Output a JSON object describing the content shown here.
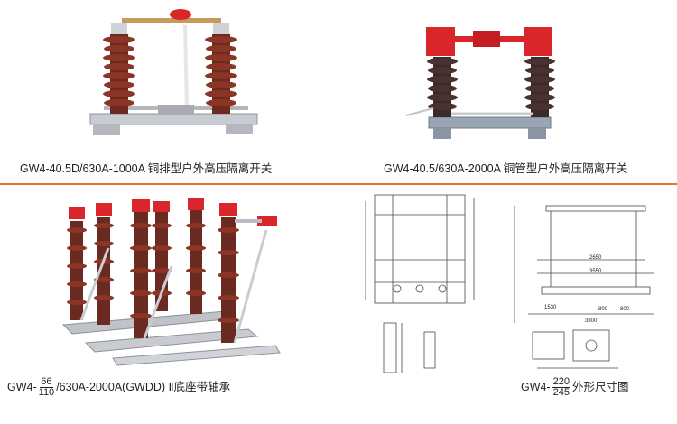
{
  "captions": {
    "top_left": "GW4-40.5D/630A-1000A 铜排型户外高压隔离开关",
    "top_right": "GW4-40.5/630A-2000A 铜管型户外高压隔离开关",
    "bottom_left": {
      "prefix": "GW4-",
      "frac_num": "66",
      "frac_den": "110",
      "suffix": "/630A-2000A(GWDD) Ⅱ底座带轴承"
    },
    "bottom_right": {
      "prefix": "GW4-",
      "frac_num": "220",
      "frac_den": "245",
      "suffix": "外形尺寸图"
    }
  },
  "drawing_labels": {
    "dim_2650": "2650",
    "dim_3550": "3550",
    "dim_3300": "3300",
    "dim_800a": "800",
    "dim_800b": "800",
    "dim_1530": "1530"
  },
  "colors": {
    "divider": "#e8742a",
    "insulator": "#7a2e22",
    "red_head": "#d8262b",
    "metal": "#b9bcc2",
    "line_drawing": "#4a4a4a"
  }
}
